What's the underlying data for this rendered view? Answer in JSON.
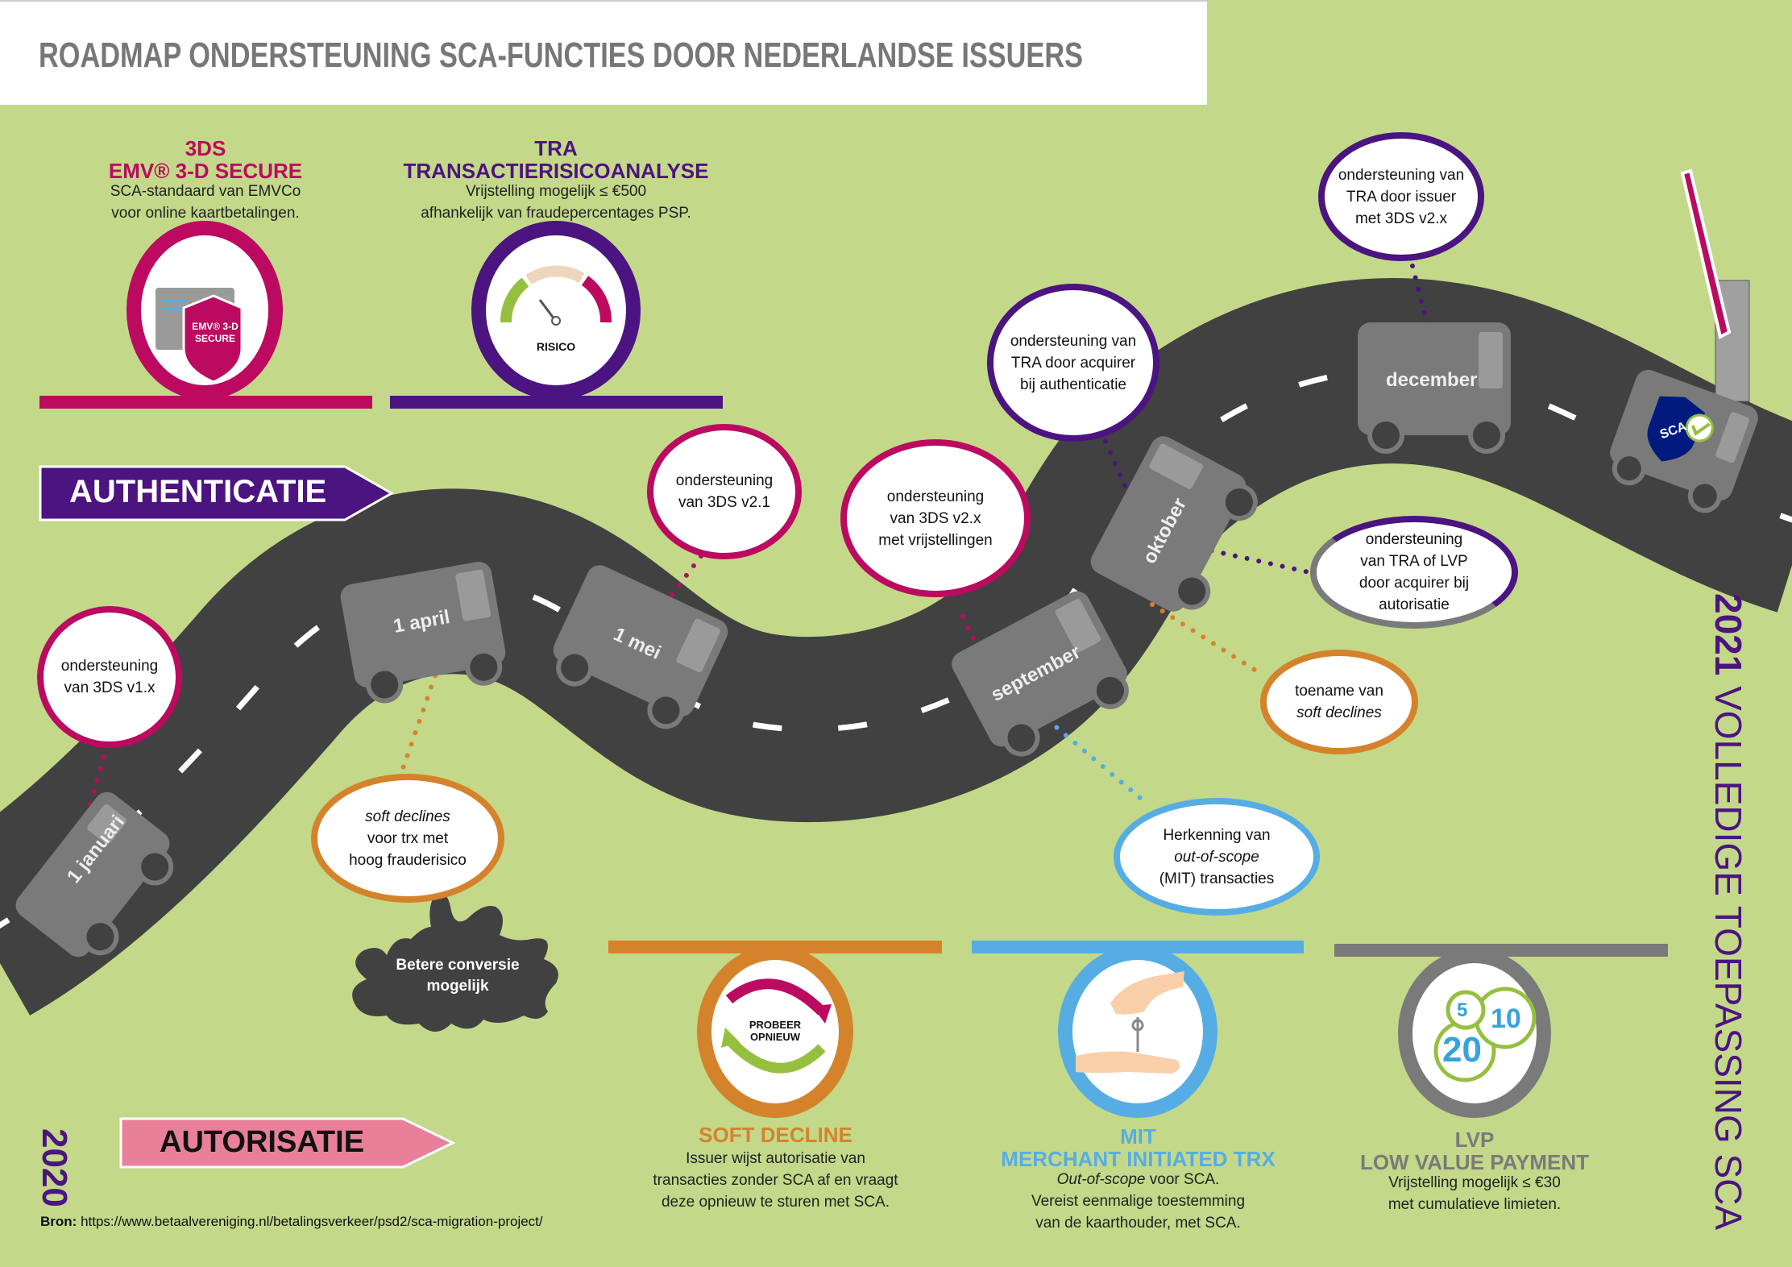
{
  "title": "ROADMAP ONDERSTEUNING SCA-FUNCTIES DOOR NEDERLANDSE ISSUERS",
  "colors": {
    "background": "#c3d889",
    "road": "#414141",
    "van": "#7a7a7a",
    "magenta": "#bb0a60",
    "purple": "#4b1480",
    "orange": "#d5832b",
    "blue": "#56ade4",
    "grey": "#7a7a7a",
    "pink_sign": "#e8809a",
    "green": "#95c03f"
  },
  "features_top": [
    {
      "abbr": "3DS",
      "name": "EMV® 3-D SECURE",
      "desc": [
        "SCA-standaard van EMVCo",
        "voor online kaartbetalingen."
      ],
      "icon_label": [
        "EMV® 3-D",
        "SECURE"
      ],
      "icon": "shield-card-icon"
    },
    {
      "abbr": "TRA",
      "name": "TRANSACTIERISICOANALYSE",
      "desc": [
        "Vrijstelling mogelijk ≤ €500",
        "afhankelijk van fraudepercentages PSP."
      ],
      "icon_label": [
        "RISICO"
      ],
      "icon": "risk-gauge-icon"
    }
  ],
  "features_bottom": [
    {
      "abbr": "SOFT DECLINE",
      "name": "",
      "desc": [
        "Issuer wijst autorisatie van",
        "transacties zonder SCA af en vraagt",
        "deze opnieuw te sturen met SCA."
      ],
      "icon_label": [
        "PROBEER",
        "OPNIEUW"
      ],
      "icon": "retry-arrows-icon"
    },
    {
      "abbr": "MIT",
      "name": "MERCHANT INITIATED TRX",
      "desc_italic": "Out-of-scope",
      "desc": [
        " voor SCA.",
        "Vereist eenmalige toestemming",
        "van de kaarthouder, met SCA."
      ],
      "icon": "hand-key-icon"
    },
    {
      "abbr": "LVP",
      "name": "LOW VALUE PAYMENT",
      "desc": [
        "Vrijstelling mogelijk ≤ €30",
        "met cumulatieve limieten."
      ],
      "coins": [
        "5",
        "10",
        "20"
      ],
      "icon": "coins-icon"
    }
  ],
  "signs": {
    "authenticatie": "AUTHENTICATIE",
    "autorisatie": "AUTORISATIE"
  },
  "years": {
    "start": "2020",
    "end_bold": "2021",
    "end_text": " VOLLEDIGE TOEPASSING SCA"
  },
  "vans": [
    "1 januari",
    "1 april",
    "1 mei",
    "september",
    "oktober",
    "december"
  ],
  "final_van_badge": "SCA",
  "milestones": [
    {
      "lines": [
        "ondersteuning",
        "van 3DS v1.x"
      ],
      "color": "magenta"
    },
    {
      "lines": [
        "ondersteuning",
        "van 3DS v2.1"
      ],
      "color": "magenta"
    },
    {
      "lines": [
        "ondersteuning",
        "van 3DS v2.x",
        "met vrijstellingen"
      ],
      "color": "magenta"
    },
    {
      "lines": [
        "ondersteuning van",
        "TRA door acquirer",
        "bij authenticatie"
      ],
      "color": "purple"
    },
    {
      "lines": [
        "ondersteuning van",
        "TRA door issuer",
        "met 3DS v2.x"
      ],
      "color": "purple"
    },
    {
      "lines": [
        "ondersteuning",
        "van TRA of LVP",
        "door acquirer bij",
        "autorisatie"
      ],
      "color": "purple-grey"
    },
    {
      "lines_italic_first": "soft declines",
      "lines": [
        "voor trx met",
        "hoog frauderisico"
      ],
      "color": "orange"
    },
    {
      "lines": [
        "toename van"
      ],
      "lines_italic_last": "soft declines",
      "color": "orange"
    },
    {
      "lines": [
        "Herkenning van"
      ],
      "lines_italic_mid": "out-of-scope",
      "lines_end": [
        "(MIT) transacties"
      ],
      "color": "blue"
    }
  ],
  "splat_text": [
    "Betere conversie",
    "mogelijk"
  ],
  "source": {
    "label": "Bron:",
    "url": "https://www.betaalvereniging.nl/betalingsverkeer/psd2/sca-migration-project/"
  }
}
